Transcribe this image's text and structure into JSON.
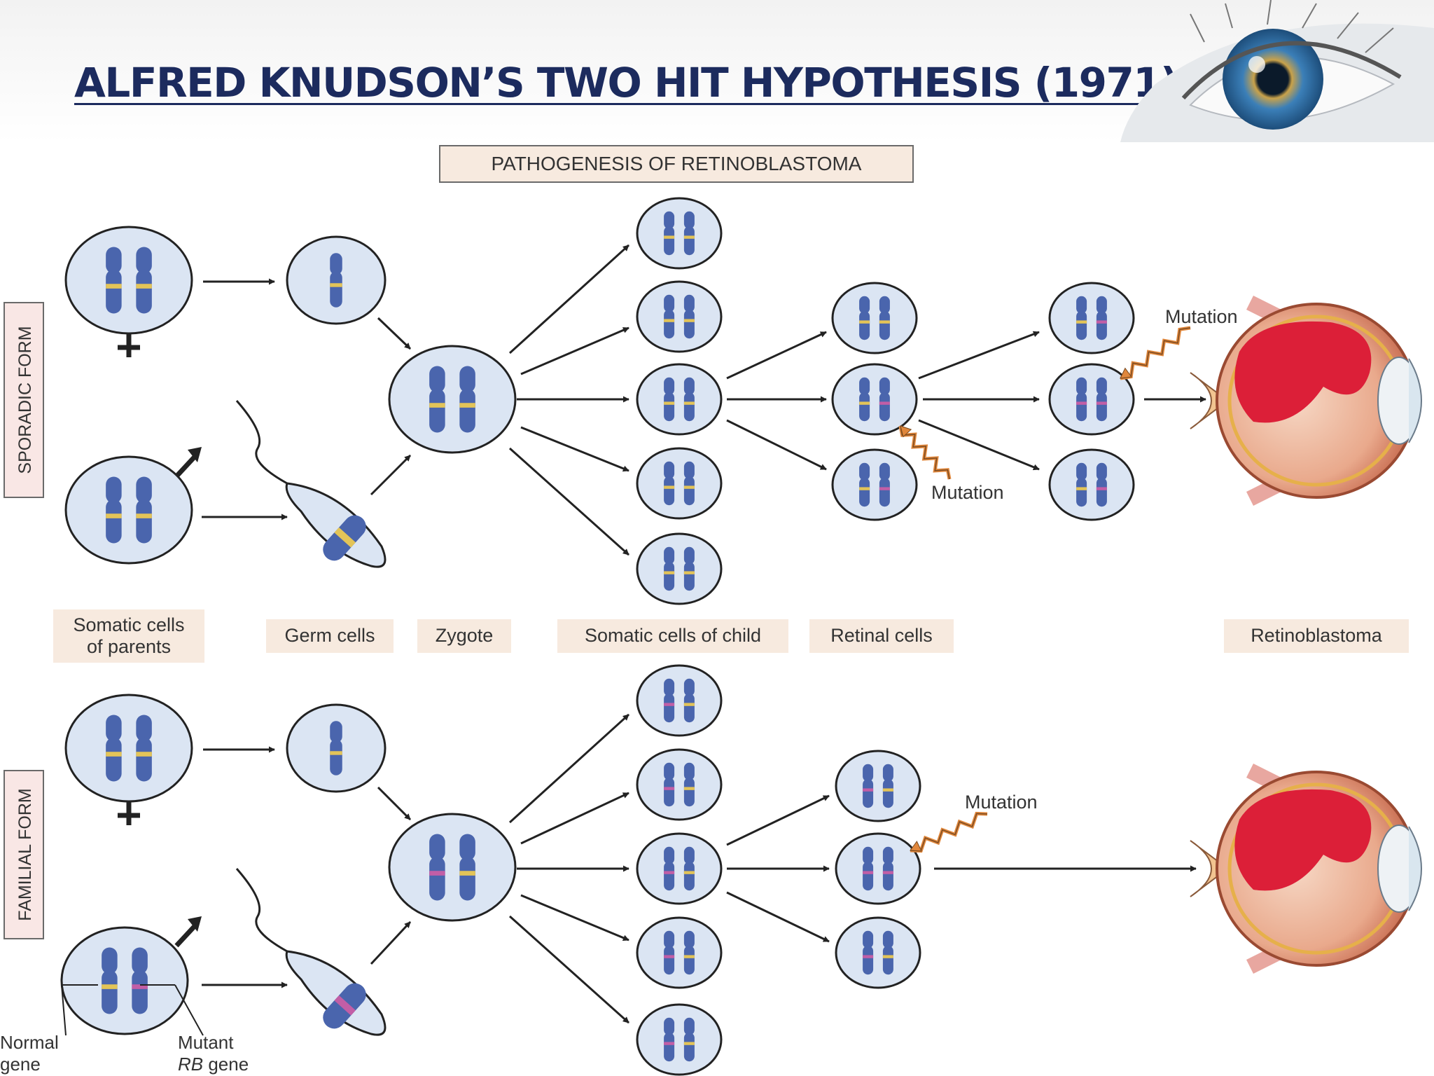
{
  "title": "ALFRED KNUDSON’S TWO HIT HYPOTHESIS (1971)",
  "diagram_title": "PATHOGENESIS OF RETINOBLASTOMA",
  "side_labels": {
    "sporadic": "SPORADIC FORM",
    "familial": "FAMILIAL FORM"
  },
  "stages": {
    "somatic_parents_line1": "Somatic cells",
    "somatic_parents_line2": "of parents",
    "germ": "Germ cells",
    "zygote": "Zygote",
    "somatic_child": "Somatic cells of child",
    "retinal": "Retinal cells",
    "retinoblastoma": "Retinoblastoma"
  },
  "mutation_label": "Mutation",
  "legend": {
    "normal_line1": "Normal",
    "normal_line2": "gene",
    "mutant_line1": "Mutant",
    "mutant_italic": "RB",
    "mutant_line2": " gene"
  },
  "colors": {
    "cell_fill": "#dbe5f3",
    "chromosome": "#4a65ad",
    "normal_band": "#e3c458",
    "mutant_band": "#c25ea6",
    "label_box": "#f7eadf",
    "side_box": "#f9e7e5",
    "tumor": "#dc1f38",
    "title": "#1c2b5e"
  }
}
